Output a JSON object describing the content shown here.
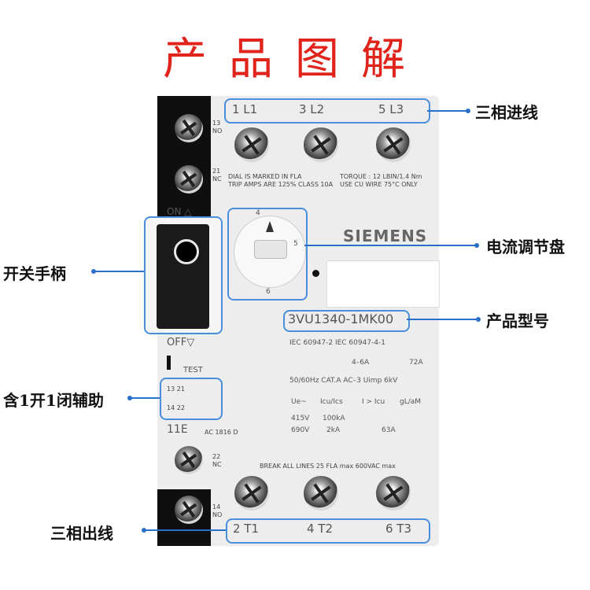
{
  "title": "产品图解",
  "callouts": {
    "three_phase_in": "三相进线",
    "dial": "电流调节盘",
    "handle": "开关手柄",
    "model": "产品型号",
    "aux": "含1开1闭辅助",
    "three_phase_out": "三相出线"
  },
  "device": {
    "top_terminals": [
      "1 L1",
      "3 L2",
      "5 L3"
    ],
    "bottom_terminals": [
      "2 T1",
      "4 T2",
      "6 T3"
    ],
    "aux_13_no": "13\nNO",
    "aux_21_nc": "21\nNC",
    "aux_22_nc": "22\nNC",
    "aux_14_no": "14\nNO",
    "dial_note_left": "DIAL IS MARKED IN FLA\nTRIP AMPS ARE 125% CLASS 10A",
    "dial_note_right": "TORQUE : 12 LBIN/1.4 Nm\nUSE CU WIRE 75°C ONLY",
    "on_label": "ON △",
    "off_label": "OFF▽",
    "brand": "SIEMENS",
    "dial_marks": [
      "4",
      "5",
      "6"
    ],
    "model": "3VU1340-1MK00",
    "standards": "IEC 60947-2 IEC 60947-4-1",
    "range": "4–6A",
    "ir": "72A",
    "freq": "50/60Hz  CAT.A AC–3  Uimp 6kV",
    "test": "TEST",
    "aux_contacts_left": "13  21",
    "aux_contacts_right": "14  22",
    "ue": "Ue~",
    "icu": "Icu/Ics",
    "irange": "I > Icu",
    "gl": "gL/aM",
    "v415": "415V",
    "k100": "100kA",
    "v690": "690V",
    "k2": "2kA",
    "a63": "63A",
    "code": "11E",
    "ac": "AC 1816 D",
    "break_text": "BREAK  ALL  LINES   25 FLA max 600VAC max"
  }
}
